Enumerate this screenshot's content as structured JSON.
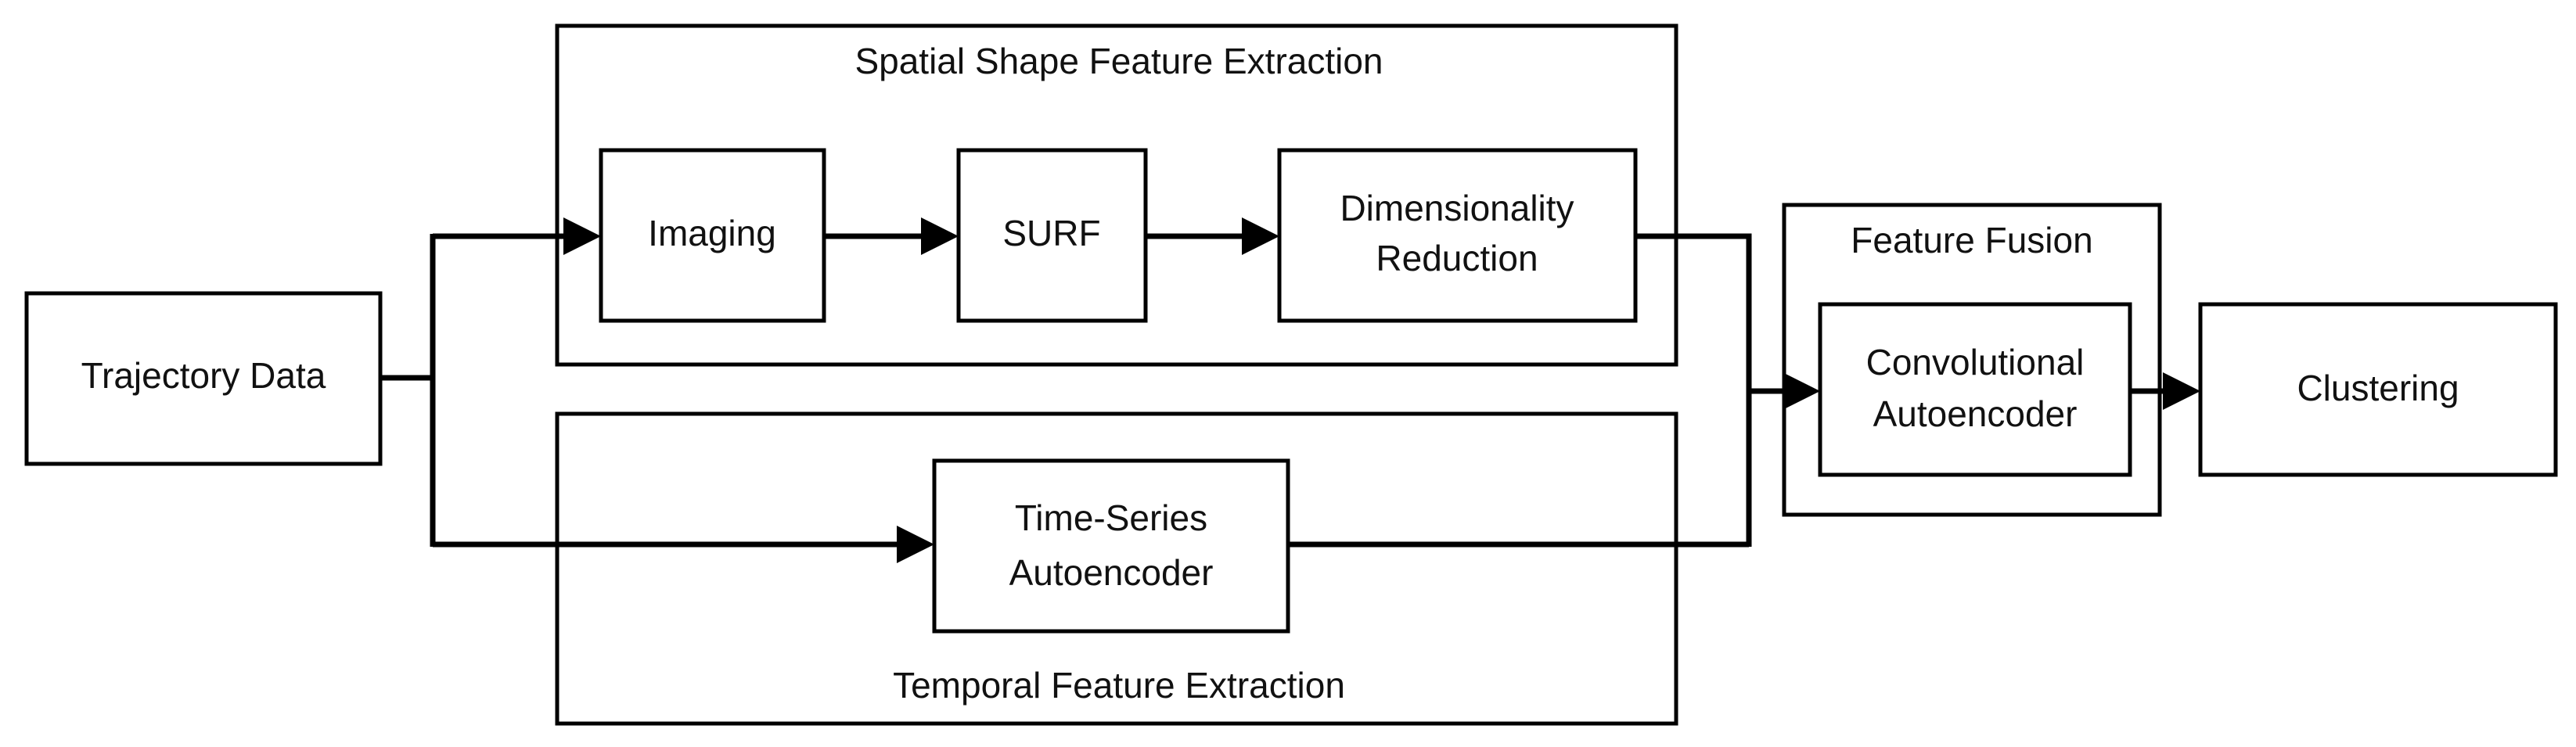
{
  "diagram": {
    "spatial_group": {
      "title": "Spatial Shape Feature Extraction"
    },
    "temporal_group": {
      "title": "Temporal Feature Extraction"
    },
    "fusion_group": {
      "title": "Feature Fusion"
    },
    "nodes": {
      "trajectory": {
        "label": "Trajectory Data"
      },
      "imaging": {
        "label": "Imaging"
      },
      "surf": {
        "label": "SURF"
      },
      "dimred": {
        "line1": "Dimensionality",
        "line2": "Reduction"
      },
      "timeseries": {
        "line1": "Time-Series",
        "line2": "Autoencoder"
      },
      "conv_ae": {
        "line1": "Convolutional",
        "line2": "Autoencoder"
      },
      "clustering": {
        "label": "Clustering"
      }
    }
  }
}
